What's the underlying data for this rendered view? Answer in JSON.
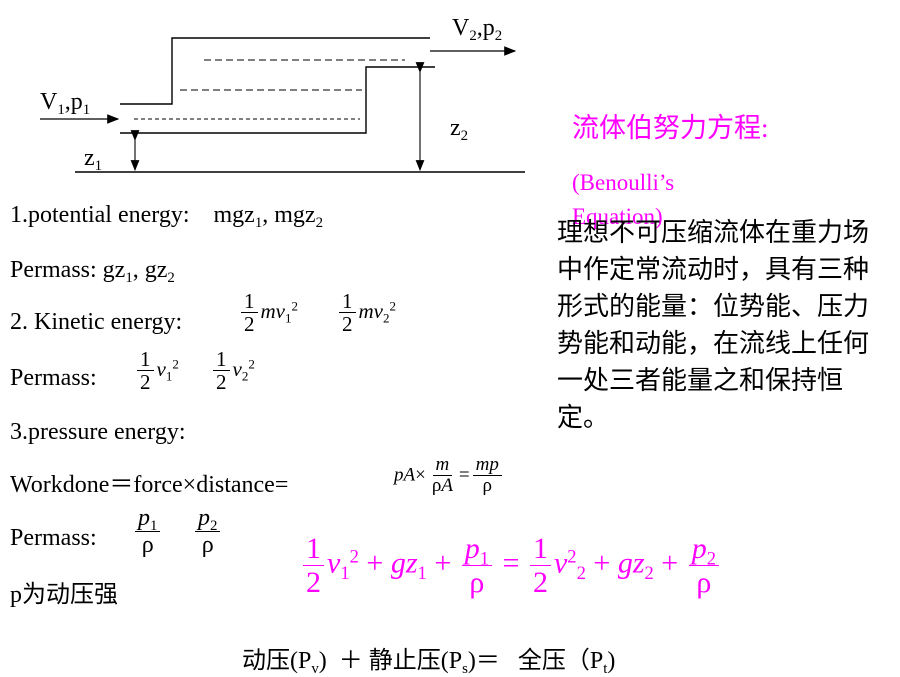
{
  "diagram": {
    "label_v2_p2": "V2,p2",
    "label_v1_p1": "V1,p1",
    "label_z1": "z1",
    "label_z2": "z2"
  },
  "title": {
    "cn": "流体伯努力方程",
    "colon": ":",
    "en": "(Benoulli’s Equation)"
  },
  "description": "理想不可压缩流体在重力场中作定常流动时，具有三种形式的能量：位势能、压力势能和动能，在流线上任何一处三者能量之和保持恒定。",
  "lines": {
    "potential": "1.potential energy:",
    "potential_values": "mgz1, mgz2",
    "permass1": "Permass: gz1, gz2",
    "kinetic": "2. Kinetic energy:",
    "permass2": "Permass:",
    "pressure": "3.pressure energy:",
    "workdone": "Workdone＝force×distance=",
    "permass3": "Permass:",
    "dynamic_note": "p为动压强",
    "total": "动压(Pv)  ＋ 静止压(Ps)＝   全压（Pt)"
  },
  "colors": {
    "accent": "#ff00ff",
    "text": "#000000",
    "background": "#ffffff"
  }
}
